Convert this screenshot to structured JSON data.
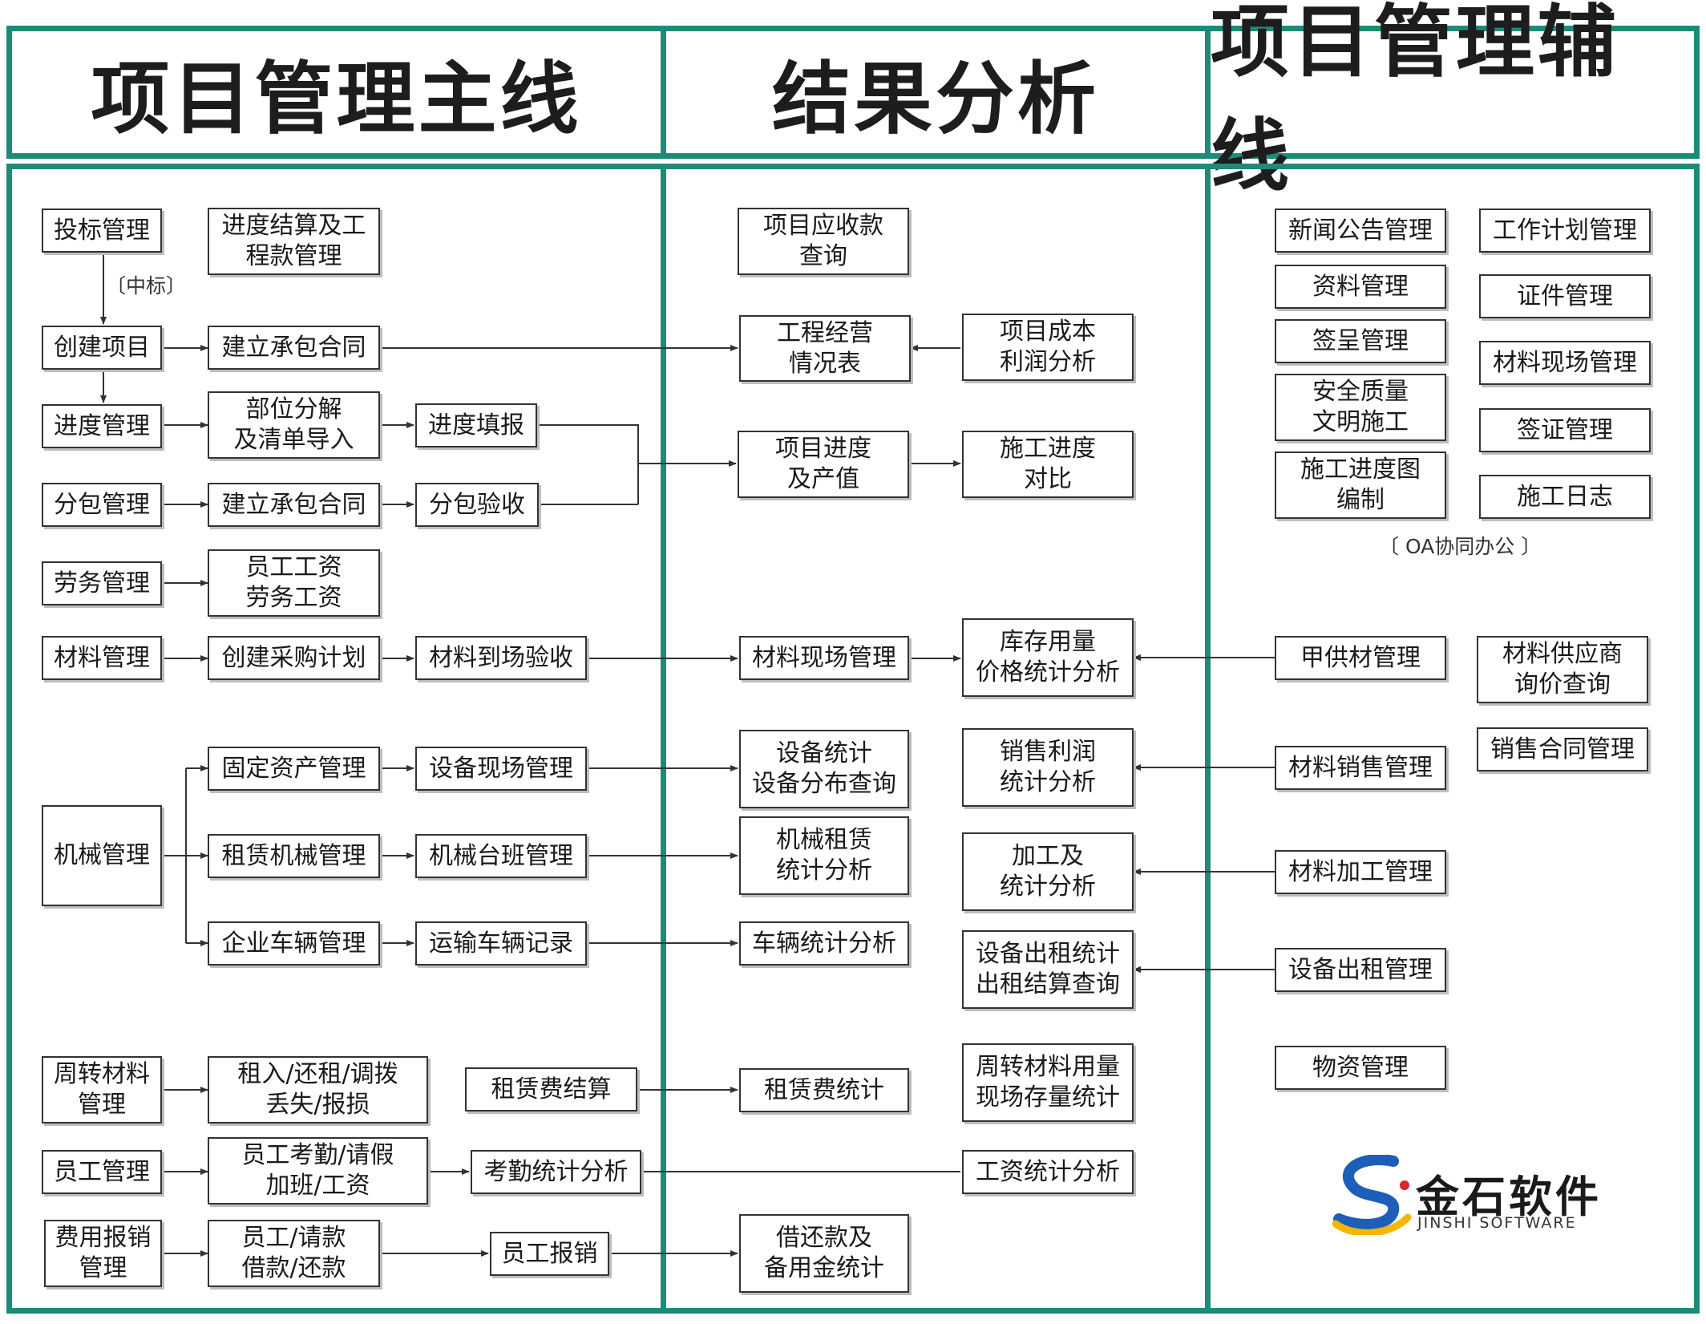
{
  "headers": {
    "main_line": "项目管理主线",
    "analysis": "结果分析",
    "aux_line": "项目管理辅线"
  },
  "main": {
    "bid_mgmt": "投标管理",
    "progress_settle": "进度结算及工\n程款管理",
    "win_bid_note": "〔中标〕",
    "create_project": "创建项目",
    "contract_1": "建立承包合同",
    "progress_mgmt": "进度管理",
    "part_decompose": "部位分解\n及清单导入",
    "progress_fill": "进度填报",
    "subcontract_mgmt": "分包管理",
    "contract_2": "建立承包合同",
    "subcontract_accept": "分包验收",
    "labor_mgmt": "劳务管理",
    "wages": "员工工资\n劳务工资",
    "material_mgmt": "材料管理",
    "purchase_plan": "创建采购计划",
    "material_accept": "材料到场验收",
    "machinery_mgmt": "机械管理",
    "fixed_asset": "固定资产管理",
    "equip_site": "设备现场管理",
    "lease_machine": "租赁机械管理",
    "machine_shift": "机械台班管理",
    "vehicle_mgmt": "企业车辆管理",
    "transport_record": "运输车辆记录",
    "turnover_material": "周转材料\n管理",
    "rent_return": "租入/还租/调拨\n丢失/报损",
    "rent_settle": "租赁费结算",
    "staff_mgmt": "员工管理",
    "attendance": "员工考勤/请假\n加班/工资",
    "attendance_stats": "考勤统计分析",
    "expense_mgmt": "费用报销\n管理",
    "loan_repay": "员工/请款\n借款/还款",
    "staff_reimburse": "员工报销"
  },
  "analysis": {
    "receivable": "项目应收款\n查询",
    "operations": "工程经营\n情况表",
    "cost_profit": "项目成本\n利润分析",
    "progress_output": "项目进度\n及产值",
    "progress_compare": "施工进度\n对比",
    "material_site": "材料现场管理",
    "inventory_stats": "库存用量\n价格统计分析",
    "equip_stats": "设备统计\n设备分布查询",
    "sales_profit": "销售利润\n统计分析",
    "machine_lease_stats": "机械租赁\n统计分析",
    "processing_stats": "加工及\n统计分析",
    "vehicle_stats": "车辆统计分析",
    "equip_rent_stats": "设备出租统计\n出租结算查询",
    "rent_fee_stats": "租赁费统计",
    "turnover_stats": "周转材料用量\n现场存量统计",
    "wage_stats": "工资统计分析",
    "loan_stats": "借还款及\n备用金统计"
  },
  "aux": {
    "news": "新闻公告管理",
    "work_plan": "工作计划管理",
    "documents": "资料管理",
    "certificates": "证件管理",
    "submissions": "签呈管理",
    "material_site": "材料现场管理",
    "safety": "安全质量\n文明施工",
    "visa": "签证管理",
    "schedule_chart": "施工进度图\n编制",
    "construction_log": "施工日志",
    "oa_note": "〔 OA协同办公 〕",
    "owner_supplied": "甲供材管理",
    "supplier_inquiry": "材料供应商\n询价查询",
    "sales_contract": "销售合同管理",
    "material_sales": "材料销售管理",
    "material_processing": "材料加工管理",
    "equip_rental": "设备出租管理",
    "goods_mgmt": "物资管理"
  },
  "logo": {
    "name_cn": "金石软件",
    "name_en": "JINSHI SOFTWARE"
  },
  "colors": {
    "frame": "#1e8a78",
    "logo_blue": "#1d5fb8",
    "logo_yellow": "#f2b705",
    "logo_red": "#d8262d"
  }
}
